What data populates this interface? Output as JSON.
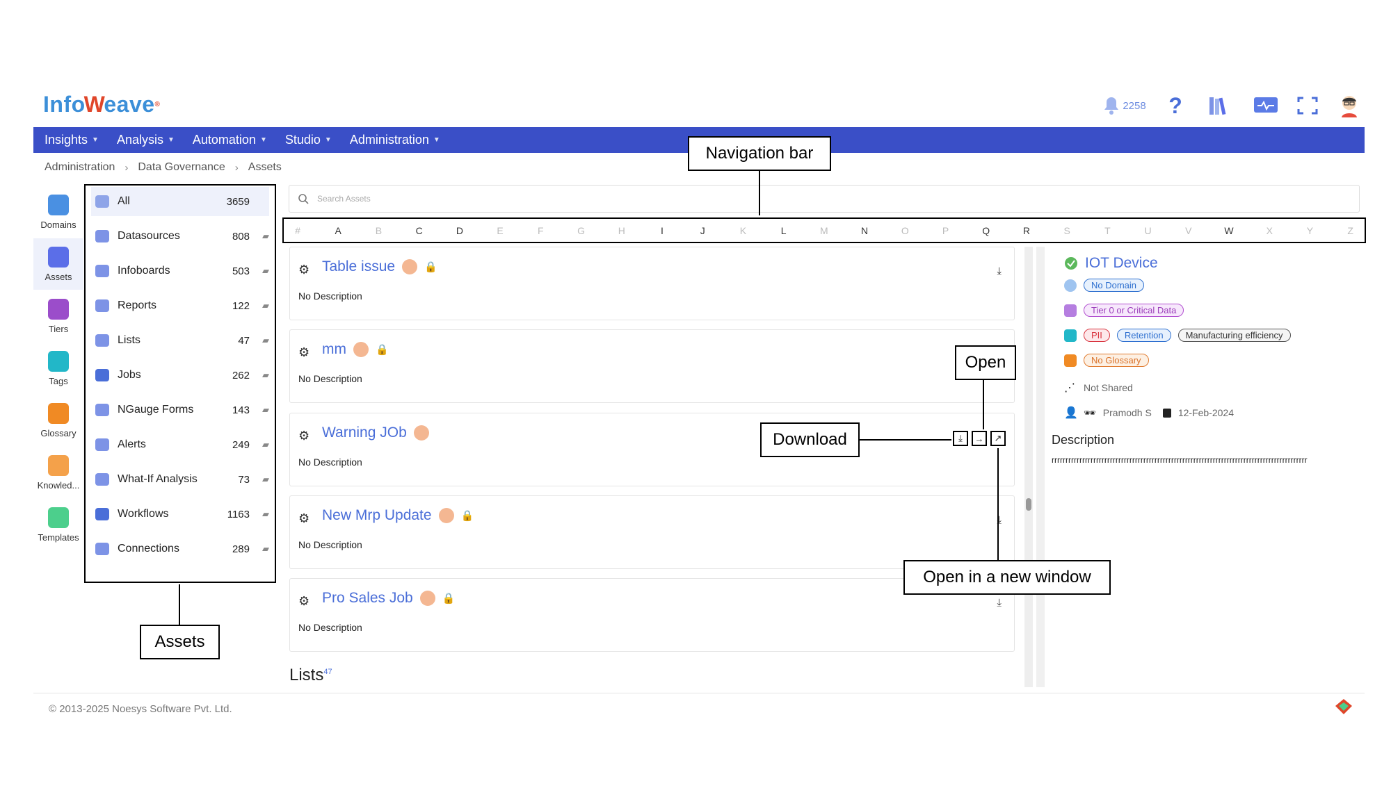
{
  "brand": {
    "name_prefix": "Info",
    "name_mark": "W",
    "name_suffix": "eave",
    "mark": "®"
  },
  "topbar": {
    "notifications_count": "2258",
    "help_icon": "question-icon",
    "library_icon": "library-icon",
    "monitor_icon": "monitor-icon",
    "fullscreen_icon": "fullscreen-icon",
    "avatar_icon": "user-avatar"
  },
  "nav": {
    "items": [
      {
        "label": "Insights"
      },
      {
        "label": "Analysis"
      },
      {
        "label": "Automation"
      },
      {
        "label": "Studio"
      },
      {
        "label": "Administration"
      }
    ]
  },
  "breadcrumb": {
    "items": [
      "Administration",
      "Data Governance",
      "Assets"
    ],
    "sep": "›"
  },
  "rail": {
    "items": [
      {
        "label": "Domains",
        "icon": "globe-icon",
        "color": "#4a90e2"
      },
      {
        "label": "Assets",
        "icon": "books-icon",
        "color": "#5b6ee8"
      },
      {
        "label": "Tiers",
        "icon": "layers-icon",
        "color": "#9b4dca"
      },
      {
        "label": "Tags",
        "icon": "tag-icon",
        "color": "#22b7c8"
      },
      {
        "label": "Glossary",
        "icon": "bookmark-icon",
        "color": "#f08a24"
      },
      {
        "label": "Knowled...",
        "icon": "book-icon",
        "color": "#f4a14a"
      },
      {
        "label": "Templates",
        "icon": "template-icon",
        "color": "#4ccf8c"
      }
    ]
  },
  "assets": {
    "items": [
      {
        "label": "All",
        "count": "3659",
        "icon": "database-icon",
        "color": "#8ea4e8"
      },
      {
        "label": "Datasources",
        "count": "808",
        "icon": "database-icon",
        "color": "#7d93e6"
      },
      {
        "label": "Infoboards",
        "count": "503",
        "icon": "dashboard-icon",
        "color": "#7d93e6"
      },
      {
        "label": "Reports",
        "count": "122",
        "icon": "report-icon",
        "color": "#7d93e6"
      },
      {
        "label": "Lists",
        "count": "47",
        "icon": "list-icon",
        "color": "#7d93e6"
      },
      {
        "label": "Jobs",
        "count": "262",
        "icon": "gears-icon",
        "color": "#4a6ed8"
      },
      {
        "label": "NGauge Forms",
        "count": "143",
        "icon": "gauge-icon",
        "color": "#7d93e6"
      },
      {
        "label": "Alerts",
        "count": "249",
        "icon": "bell-icon",
        "color": "#7d93e6"
      },
      {
        "label": "What-If Analysis",
        "count": "73",
        "icon": "grid-icon",
        "color": "#7d93e6"
      },
      {
        "label": "Workflows",
        "count": "1163",
        "icon": "workflow-icon",
        "color": "#4a6ed8"
      },
      {
        "label": "Connections",
        "count": "289",
        "icon": "connections-icon",
        "color": "#7d93e6"
      }
    ],
    "folder_glyph": "▰"
  },
  "search": {
    "placeholder": "Search Assets"
  },
  "alphabet": [
    "#",
    "A",
    "B",
    "C",
    "D",
    "E",
    "F",
    "G",
    "H",
    "I",
    "J",
    "K",
    "L",
    "M",
    "N",
    "O",
    "P",
    "Q",
    "R",
    "S",
    "T",
    "U",
    "V",
    "W",
    "X",
    "Y",
    "Z"
  ],
  "alphabet_active": [
    "A",
    "C",
    "D",
    "I",
    "J",
    "L",
    "N",
    "Q",
    "R",
    "W"
  ],
  "cards": [
    {
      "title": "Table issue",
      "desc": "No Description",
      "locked": true
    },
    {
      "title": "mm",
      "desc": "No Description",
      "locked": true
    },
    {
      "title": "Warning JOb",
      "desc": "No Description",
      "locked": false
    },
    {
      "title": "New Mrp Update",
      "desc": "No Description",
      "locked": true
    },
    {
      "title": "Pro Sales Job",
      "desc": "No Description",
      "locked": true
    }
  ],
  "lists_section": {
    "title": "Lists",
    "count": "47"
  },
  "detail": {
    "title": "IOT Device",
    "domain": "No Domain",
    "tier": "Tier 0 or Critical Data",
    "tags": [
      "PII",
      "Retention",
      "Manufacturing efficiency"
    ],
    "glossary": "No Glossary",
    "shared": "Not Shared",
    "owner": "Pramodh S",
    "date": "12-Feb-2024",
    "description_label": "Description",
    "description_value": "rrrrrrrrrrrrrrrrrrrrrrrrrrrrrrrrrrrrrrrrrrrrrrrrrrrrrrrrrrrrrrrrrrrrrrrrrrrrrrrrrrrrrrrrrrrr"
  },
  "footer": {
    "copyright": "© 2013-2025 Noesys Software Pvt. Ltd."
  },
  "callouts": {
    "navigation_bar": "Navigation bar",
    "open": "Open",
    "download": "Download",
    "open_new_window": "Open in a new window",
    "assets": "Assets"
  },
  "colors": {
    "navbar": "#3a4fc7",
    "link": "#4a6ed8",
    "badge": "#f4b792"
  }
}
